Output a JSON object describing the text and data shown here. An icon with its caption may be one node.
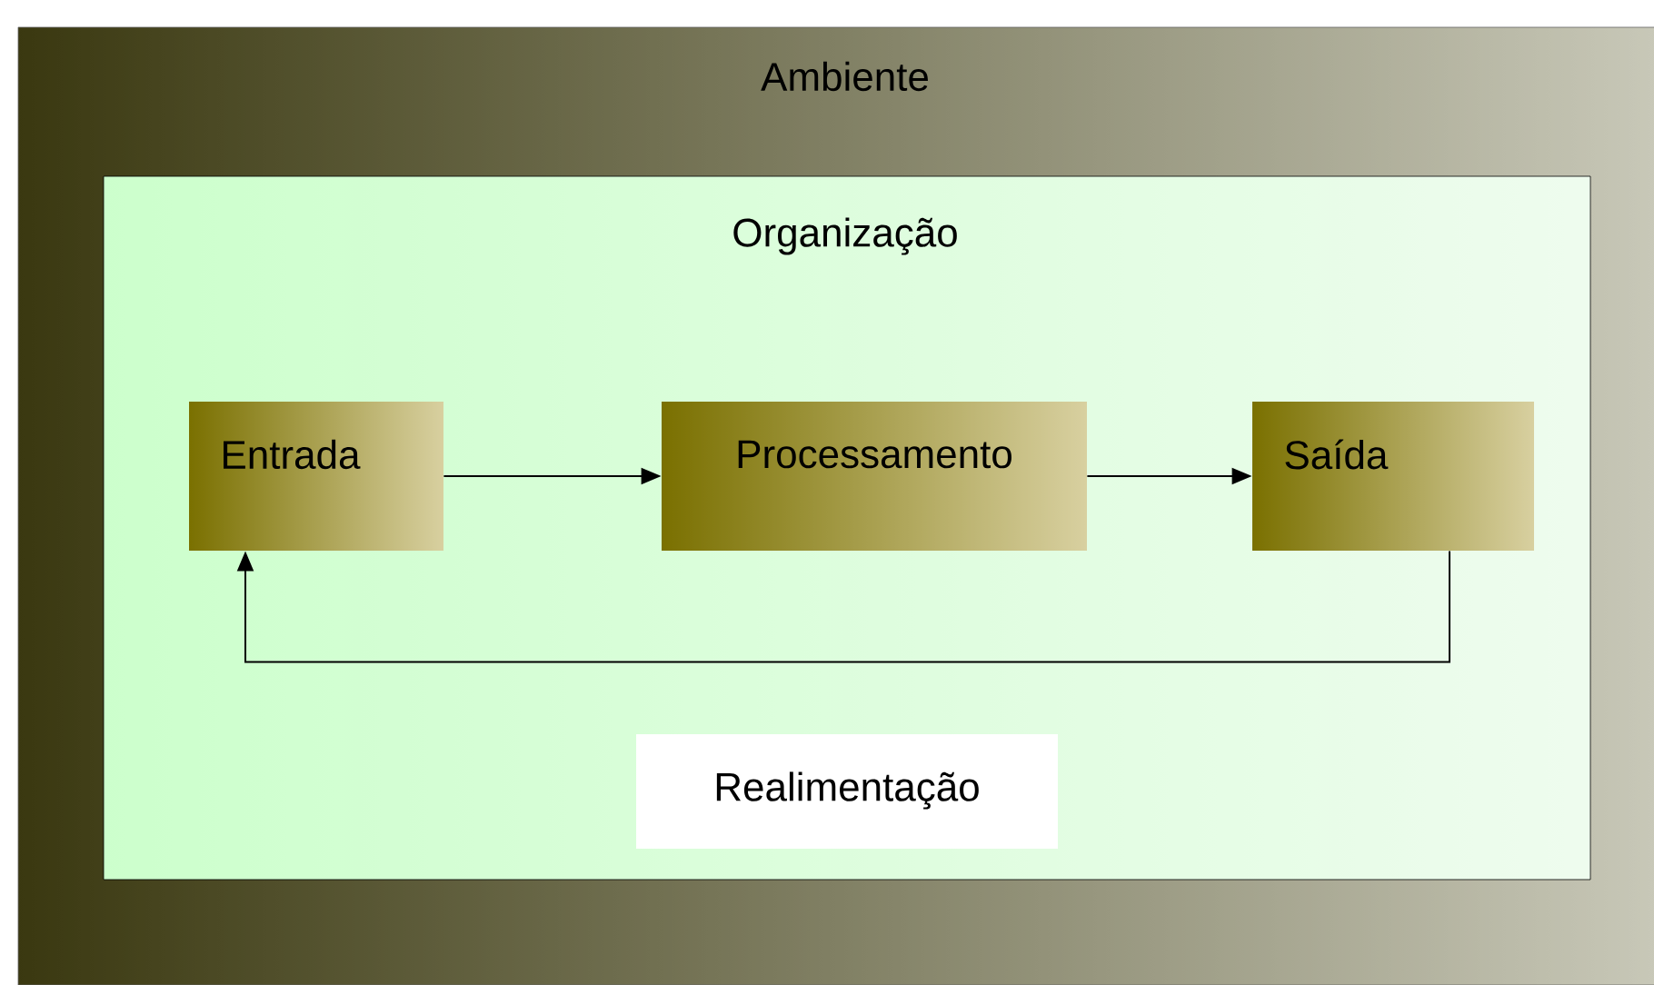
{
  "diagram": {
    "nodes": [
      {
        "text": [
          "Ambiente"
        ]
      },
      {
        "text": [
          "Organização"
        ],
        "in": 0
      },
      {
        "text": [
          "Entrada"
        ],
        "in": 1
      },
      {
        "text": [
          "Processamento"
        ],
        "in": 1
      },
      {
        "text": [
          "Saída"
        ],
        "in": 1
      },
      {
        "text": [
          "Realimentação"
        ],
        "in": 1
      }
    ],
    "edges": [
      {
        "from": 2,
        "to": 3,
        "arrow": "to"
      },
      {
        "from": 3,
        "to": 4,
        "arrow": "to"
      },
      {
        "from": 4,
        "to": 2,
        "arrow": "to"
      }
    ]
  }
}
